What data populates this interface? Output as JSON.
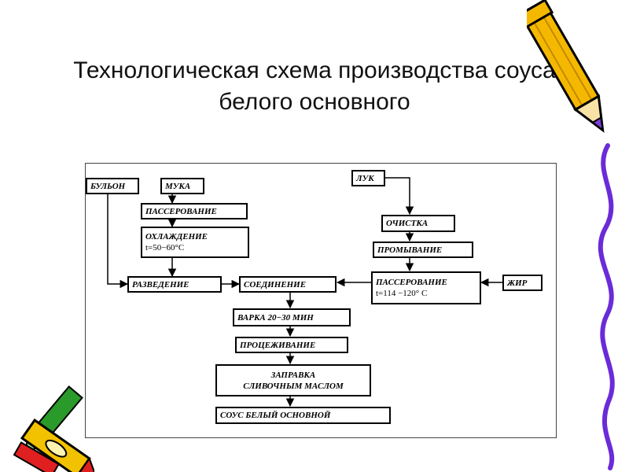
{
  "slide": {
    "title_line1": "Технологическая схема производства соуса",
    "title_line2": "белого основного"
  },
  "flow": {
    "bulyon": "БУЛЬОН",
    "muka": "МУКА",
    "passerovanie_muka": "ПАССЕРОВАНИЕ",
    "ohlazhdenie": "ОХЛАЖДЕНИЕ",
    "ohlazhdenie_temp": "t=50−60°C",
    "razvedenie": "РАЗВЕДЕНИЕ",
    "soedinenie": "СОЕДИНЕНИЕ",
    "luk": "ЛУК",
    "ochistka": "ОЧИСТКА",
    "promyvanie": "ПРОМЫВАНИЕ",
    "passerovanie_luk": "ПАССЕРОВАНИЕ",
    "passerovanie_luk_temp": "t=114 −120° C",
    "zhir": "ЖИР",
    "varka": "ВАРКА 20−30 МИН",
    "procezhivanie": "ПРОЦЕЖИВАНИЕ",
    "zapravka_line1": "ЗАПРАВКА",
    "zapravka_line2": "СЛИВОЧНЫМ МАСЛОМ",
    "sous": "СОУС БЕЛЫЙ ОСНОВНОЙ"
  },
  "colors": {
    "pencil_body": "#f5b800",
    "pencil_outline": "#000000",
    "pencil_tip": "#7a3fd6",
    "swirl": "#6a2bd9",
    "crayon_red": "#e02020",
    "crayon_green": "#2a9a2a",
    "crayon_yellow": "#f2c200"
  },
  "icons": [
    "pencil-icon",
    "swirl-decoration",
    "crayons-icon"
  ]
}
